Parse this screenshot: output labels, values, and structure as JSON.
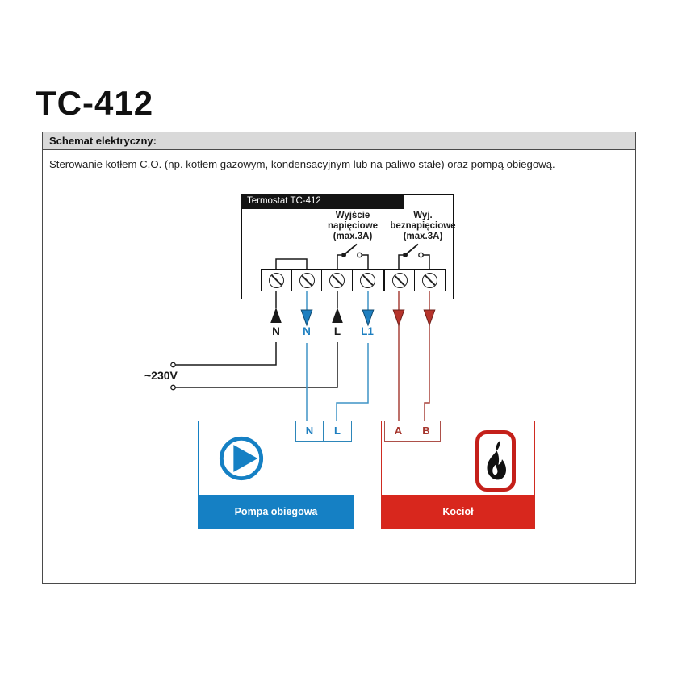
{
  "page": {
    "title": "TC-412"
  },
  "panel": {
    "header": "Schemat elektryczny:",
    "description": "Sterowanie kotłem C.O. (np. kotłem gazowym, kondensacyjnym lub na paliwo stałe) oraz pompą obiegową."
  },
  "thermostat": {
    "title": "Termostat TC-412",
    "voltage_output": {
      "line1": "Wyjście",
      "line2": "napięciowe",
      "line3": "(max.3A)"
    },
    "dry_output": {
      "line1": "Wyj.",
      "line2": "beznapięciowe",
      "line3": "(max.3A)"
    },
    "terminal_count": 6
  },
  "wiring": {
    "supply_label": "~230V",
    "labels": {
      "n_supply": "N",
      "n_pump": "N",
      "l_supply": "L",
      "l1_pump": "L1"
    }
  },
  "pump": {
    "label": "Pompa obiegowa",
    "terminals": [
      "N",
      "L"
    ]
  },
  "boiler": {
    "label": "Kocioł",
    "terminals": [
      "A",
      "B"
    ]
  },
  "colors": {
    "accent_blue": "#1580c4",
    "accent_red": "#d8271d",
    "wire_blue": "#3f93c5",
    "wire_red": "#a8423a",
    "wire_black": "#1a1a1a",
    "header_gray": "#d9d9d9"
  }
}
